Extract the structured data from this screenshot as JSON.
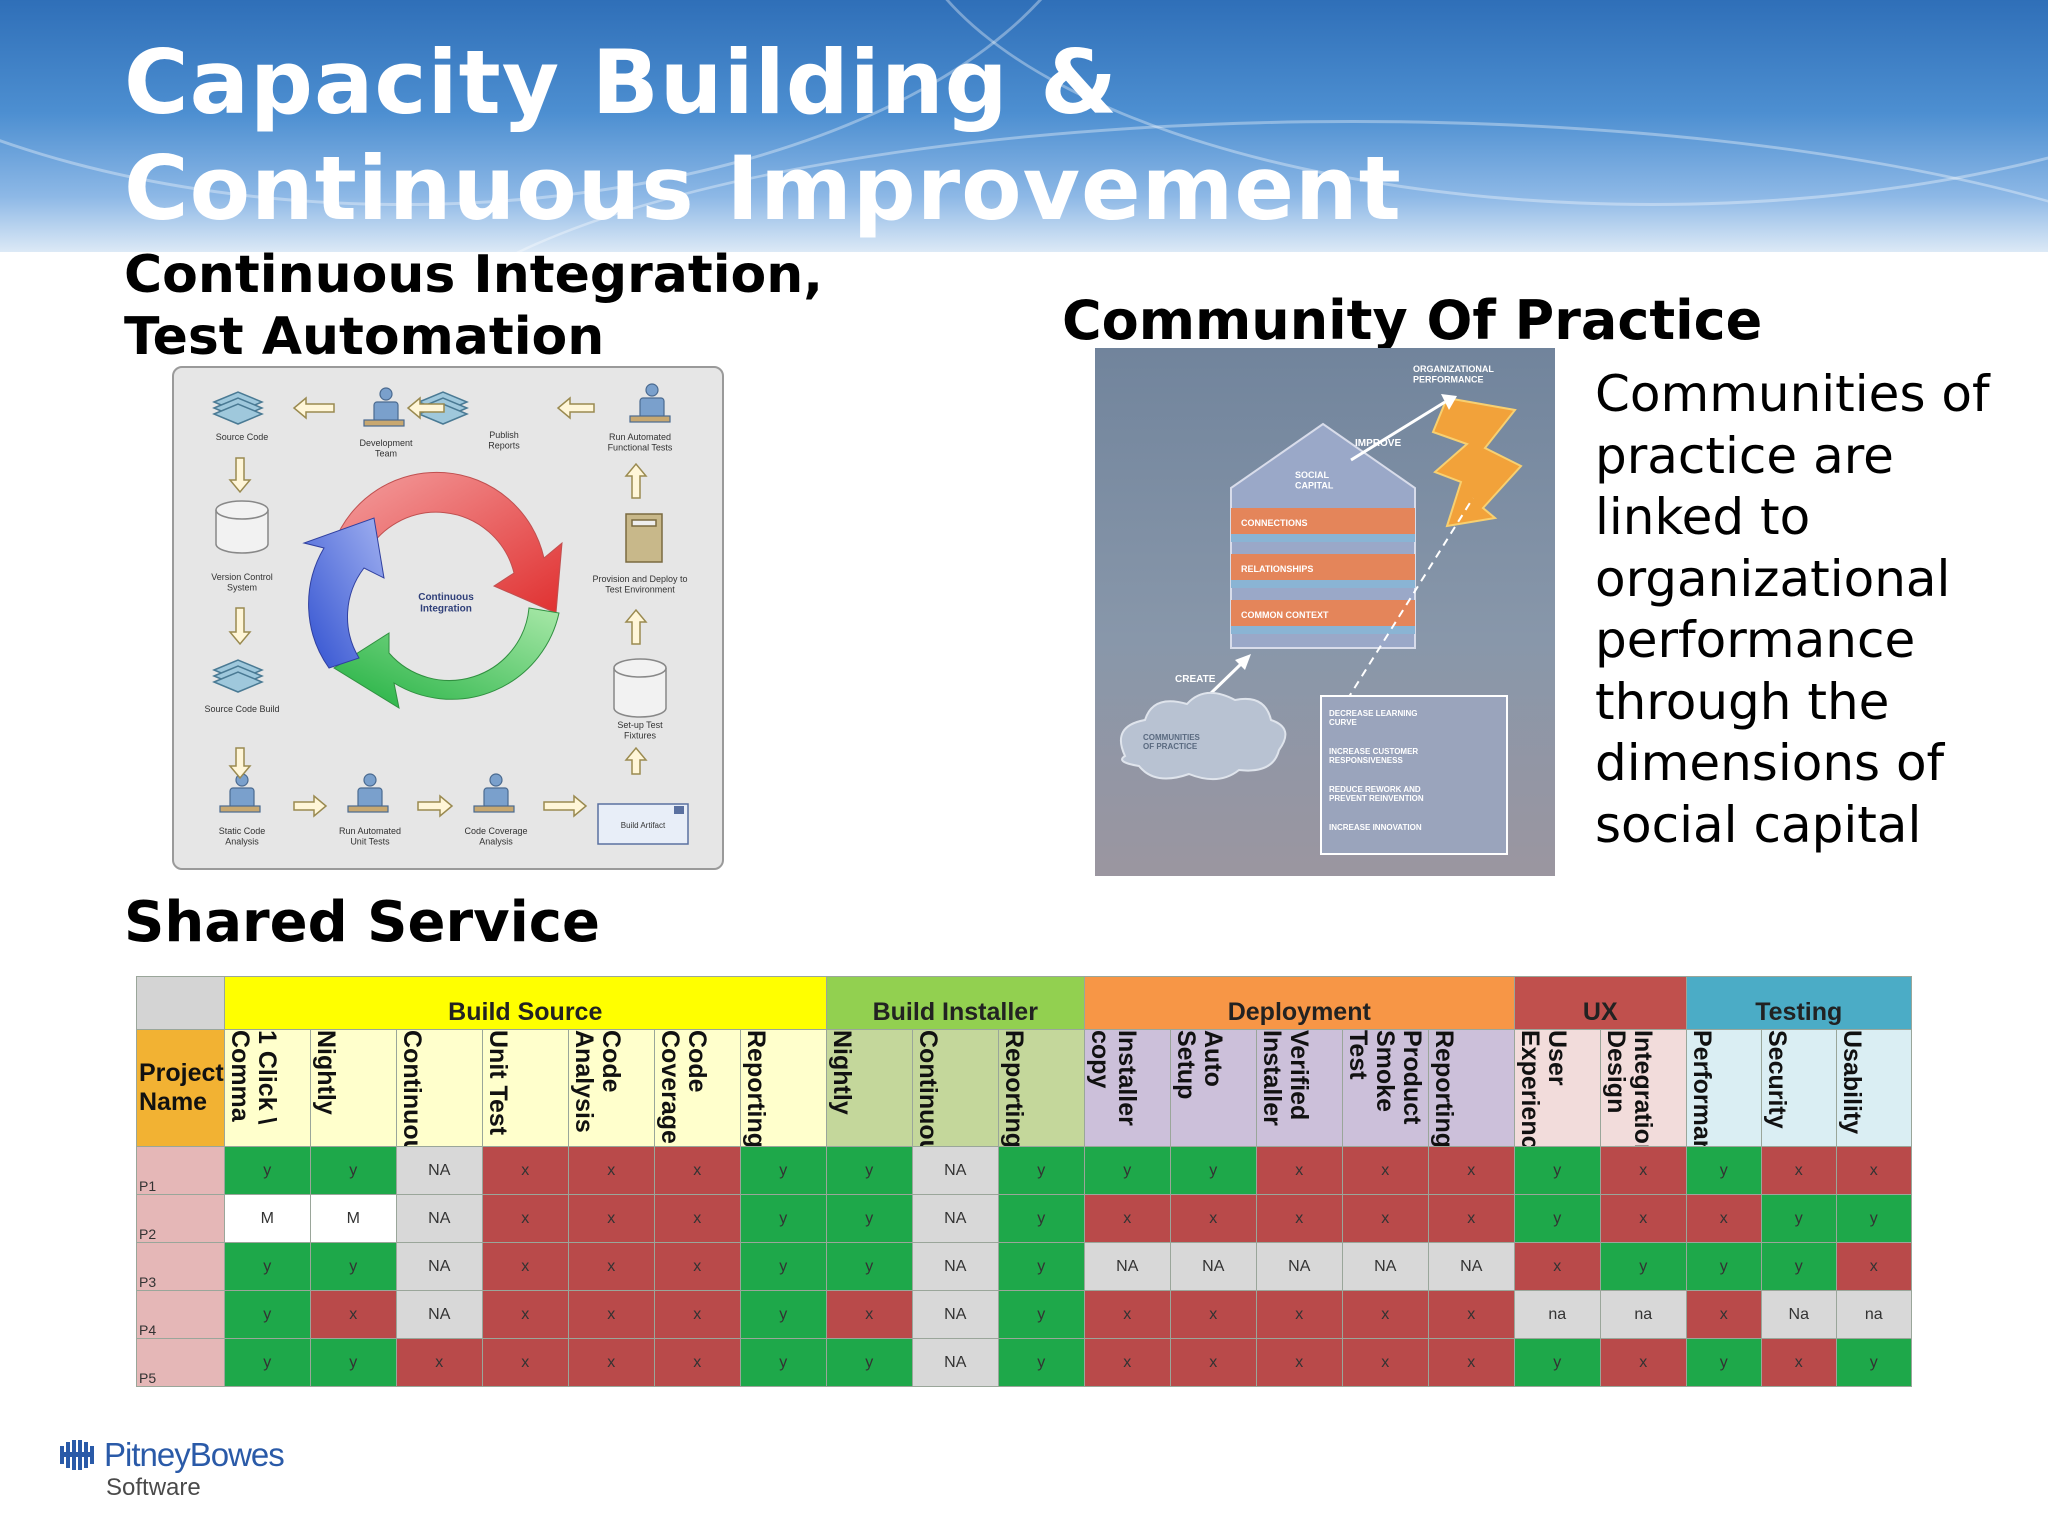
{
  "title": {
    "line1": "Capacity Building &",
    "line2": "Continuous Improvement"
  },
  "sections": {
    "ci": {
      "line1": "Continuous Integration,",
      "line2": "Test Automation"
    },
    "cop": "Community Of Practice",
    "ss": "Shared Service"
  },
  "ci_diagram": {
    "center": [
      "Continuous",
      "Integration"
    ],
    "nodes": {
      "source_code": [
        "Source Code"
      ],
      "development_team": [
        "Development",
        "Team"
      ],
      "publish_reports": [
        "Publish",
        "Reports"
      ],
      "run_functional_tests": [
        "Run Automated",
        "Functional Tests"
      ],
      "version_control": [
        "Version Control",
        "System"
      ],
      "provision_deploy": [
        "Provision and Deploy to",
        "Test Environment"
      ],
      "source_code_build": [
        "Source Code Build"
      ],
      "setup_fixtures": [
        "Set-up Test",
        "Fixtures"
      ],
      "static_code_analysis": [
        "Static Code",
        "Analysis"
      ],
      "run_unit_tests": [
        "Run Automated",
        "Unit Tests"
      ],
      "code_coverage": [
        "Code Coverage",
        "Analysis"
      ],
      "build_artifact": [
        "Build Artifact"
      ]
    }
  },
  "cop_diagram": {
    "org_performance": [
      "ORGANIZATIONAL",
      "PERFORMANCE"
    ],
    "improve": "IMPROVE",
    "social_capital": [
      "SOCIAL",
      "CAPITAL"
    ],
    "layers": [
      "CONNECTIONS",
      "RELATIONSHIPS",
      "COMMON CONTEXT"
    ],
    "create": "CREATE",
    "communities": [
      "COMMUNITIES",
      "OF PRACTICE"
    ],
    "outcomes": [
      [
        "DECREASE LEARNING",
        "CURVE"
      ],
      [
        "INCREASE CUSTOMER",
        "RESPONSIVENESS"
      ],
      [
        "REDUCE REWORK AND",
        "PREVENT REINVENTION"
      ],
      [
        "INCREASE INNOVATION"
      ]
    ]
  },
  "cop_description": "Communities of practice are linked to organizational performance through the dimensions of social capital",
  "shared_service": {
    "project_header": "Project Name",
    "groups": [
      {
        "name": "Build Source",
        "color": "#ffff00"
      },
      {
        "name": "Build Installer",
        "color": "#92d050"
      },
      {
        "name": "Deployment",
        "color": "#f79646"
      },
      {
        "name": "UX",
        "color": "#c0504d"
      },
      {
        "name": "Testing",
        "color": "#4bacc6"
      }
    ],
    "columns": [
      {
        "label": "1 Click \\ Comma",
        "color": "#ffffcc"
      },
      {
        "label": "Nightly",
        "color": "#ffffcc"
      },
      {
        "label": "Continuous",
        "color": "#ffffcc"
      },
      {
        "label": "Unit Test",
        "color": "#ffffcc"
      },
      {
        "label": "Code Analysis",
        "color": "#ffffcc"
      },
      {
        "label": "Code Coverage",
        "color": "#ffffcc"
      },
      {
        "label": "Reporting",
        "color": "#ffffcc"
      },
      {
        "label": "Nightly",
        "color": "#c4d79b"
      },
      {
        "label": "Continuous",
        "color": "#c4d79b"
      },
      {
        "label": "Reporting",
        "color": "#c4d79b"
      },
      {
        "label": "Installer copy",
        "color": "#ccc0da"
      },
      {
        "label": "Auto Setup",
        "color": "#ccc0da"
      },
      {
        "label": "Verified Installer",
        "color": "#ccc0da"
      },
      {
        "label": "Product Smoke Test",
        "color": "#ccc0da"
      },
      {
        "label": "Reporting",
        "color": "#ccc0da"
      },
      {
        "label": "User Experience",
        "color": "#f2dcdb"
      },
      {
        "label": "Integration Design",
        "color": "#f2dcdb"
      },
      {
        "label": "Performance",
        "color": "#daeef3"
      },
      {
        "label": "Security",
        "color": "#daeef3"
      },
      {
        "label": "Usability",
        "color": "#daeef3"
      }
    ],
    "rows": [
      {
        "name": "P1",
        "cells": [
          "y",
          "y",
          "NA",
          "x",
          "x",
          "x",
          "y",
          "y",
          "NA",
          "y",
          "y",
          "y",
          "x",
          "x",
          "x",
          "y",
          "x",
          "y",
          "x",
          "x"
        ]
      },
      {
        "name": "P2",
        "cells": [
          "M",
          "M",
          "NA",
          "x",
          "x",
          "x",
          "y",
          "y",
          "NA",
          "y",
          "x",
          "x",
          "x",
          "x",
          "x",
          "y",
          "x",
          "x",
          "y",
          "y"
        ]
      },
      {
        "name": "P3",
        "cells": [
          "y",
          "y",
          "NA",
          "x",
          "x",
          "x",
          "y",
          "y",
          "NA",
          "y",
          "NA",
          "NA",
          "NA",
          "NA",
          "NA",
          "x",
          "y",
          "y",
          "y",
          "x"
        ]
      },
      {
        "name": "P4",
        "cells": [
          "y",
          "x",
          "NA",
          "x",
          "x",
          "x",
          "y",
          "x",
          "NA",
          "y",
          "x",
          "x",
          "x",
          "x",
          "x",
          "na",
          "na",
          "x",
          "Na",
          "na"
        ]
      },
      {
        "name": "P5",
        "cells": [
          "y",
          "y",
          "x",
          "x",
          "x",
          "x",
          "y",
          "y",
          "NA",
          "y",
          "x",
          "x",
          "x",
          "x",
          "x",
          "y",
          "x",
          "y",
          "x",
          "y"
        ]
      }
    ],
    "status_colors": {
      "y": "#1ea84a",
      "x": "#b94a4a",
      "NA": "#d8d8d8",
      "M": "#ffffff"
    }
  },
  "logo": {
    "name": "PitneyBowes",
    "sub": "Software"
  }
}
